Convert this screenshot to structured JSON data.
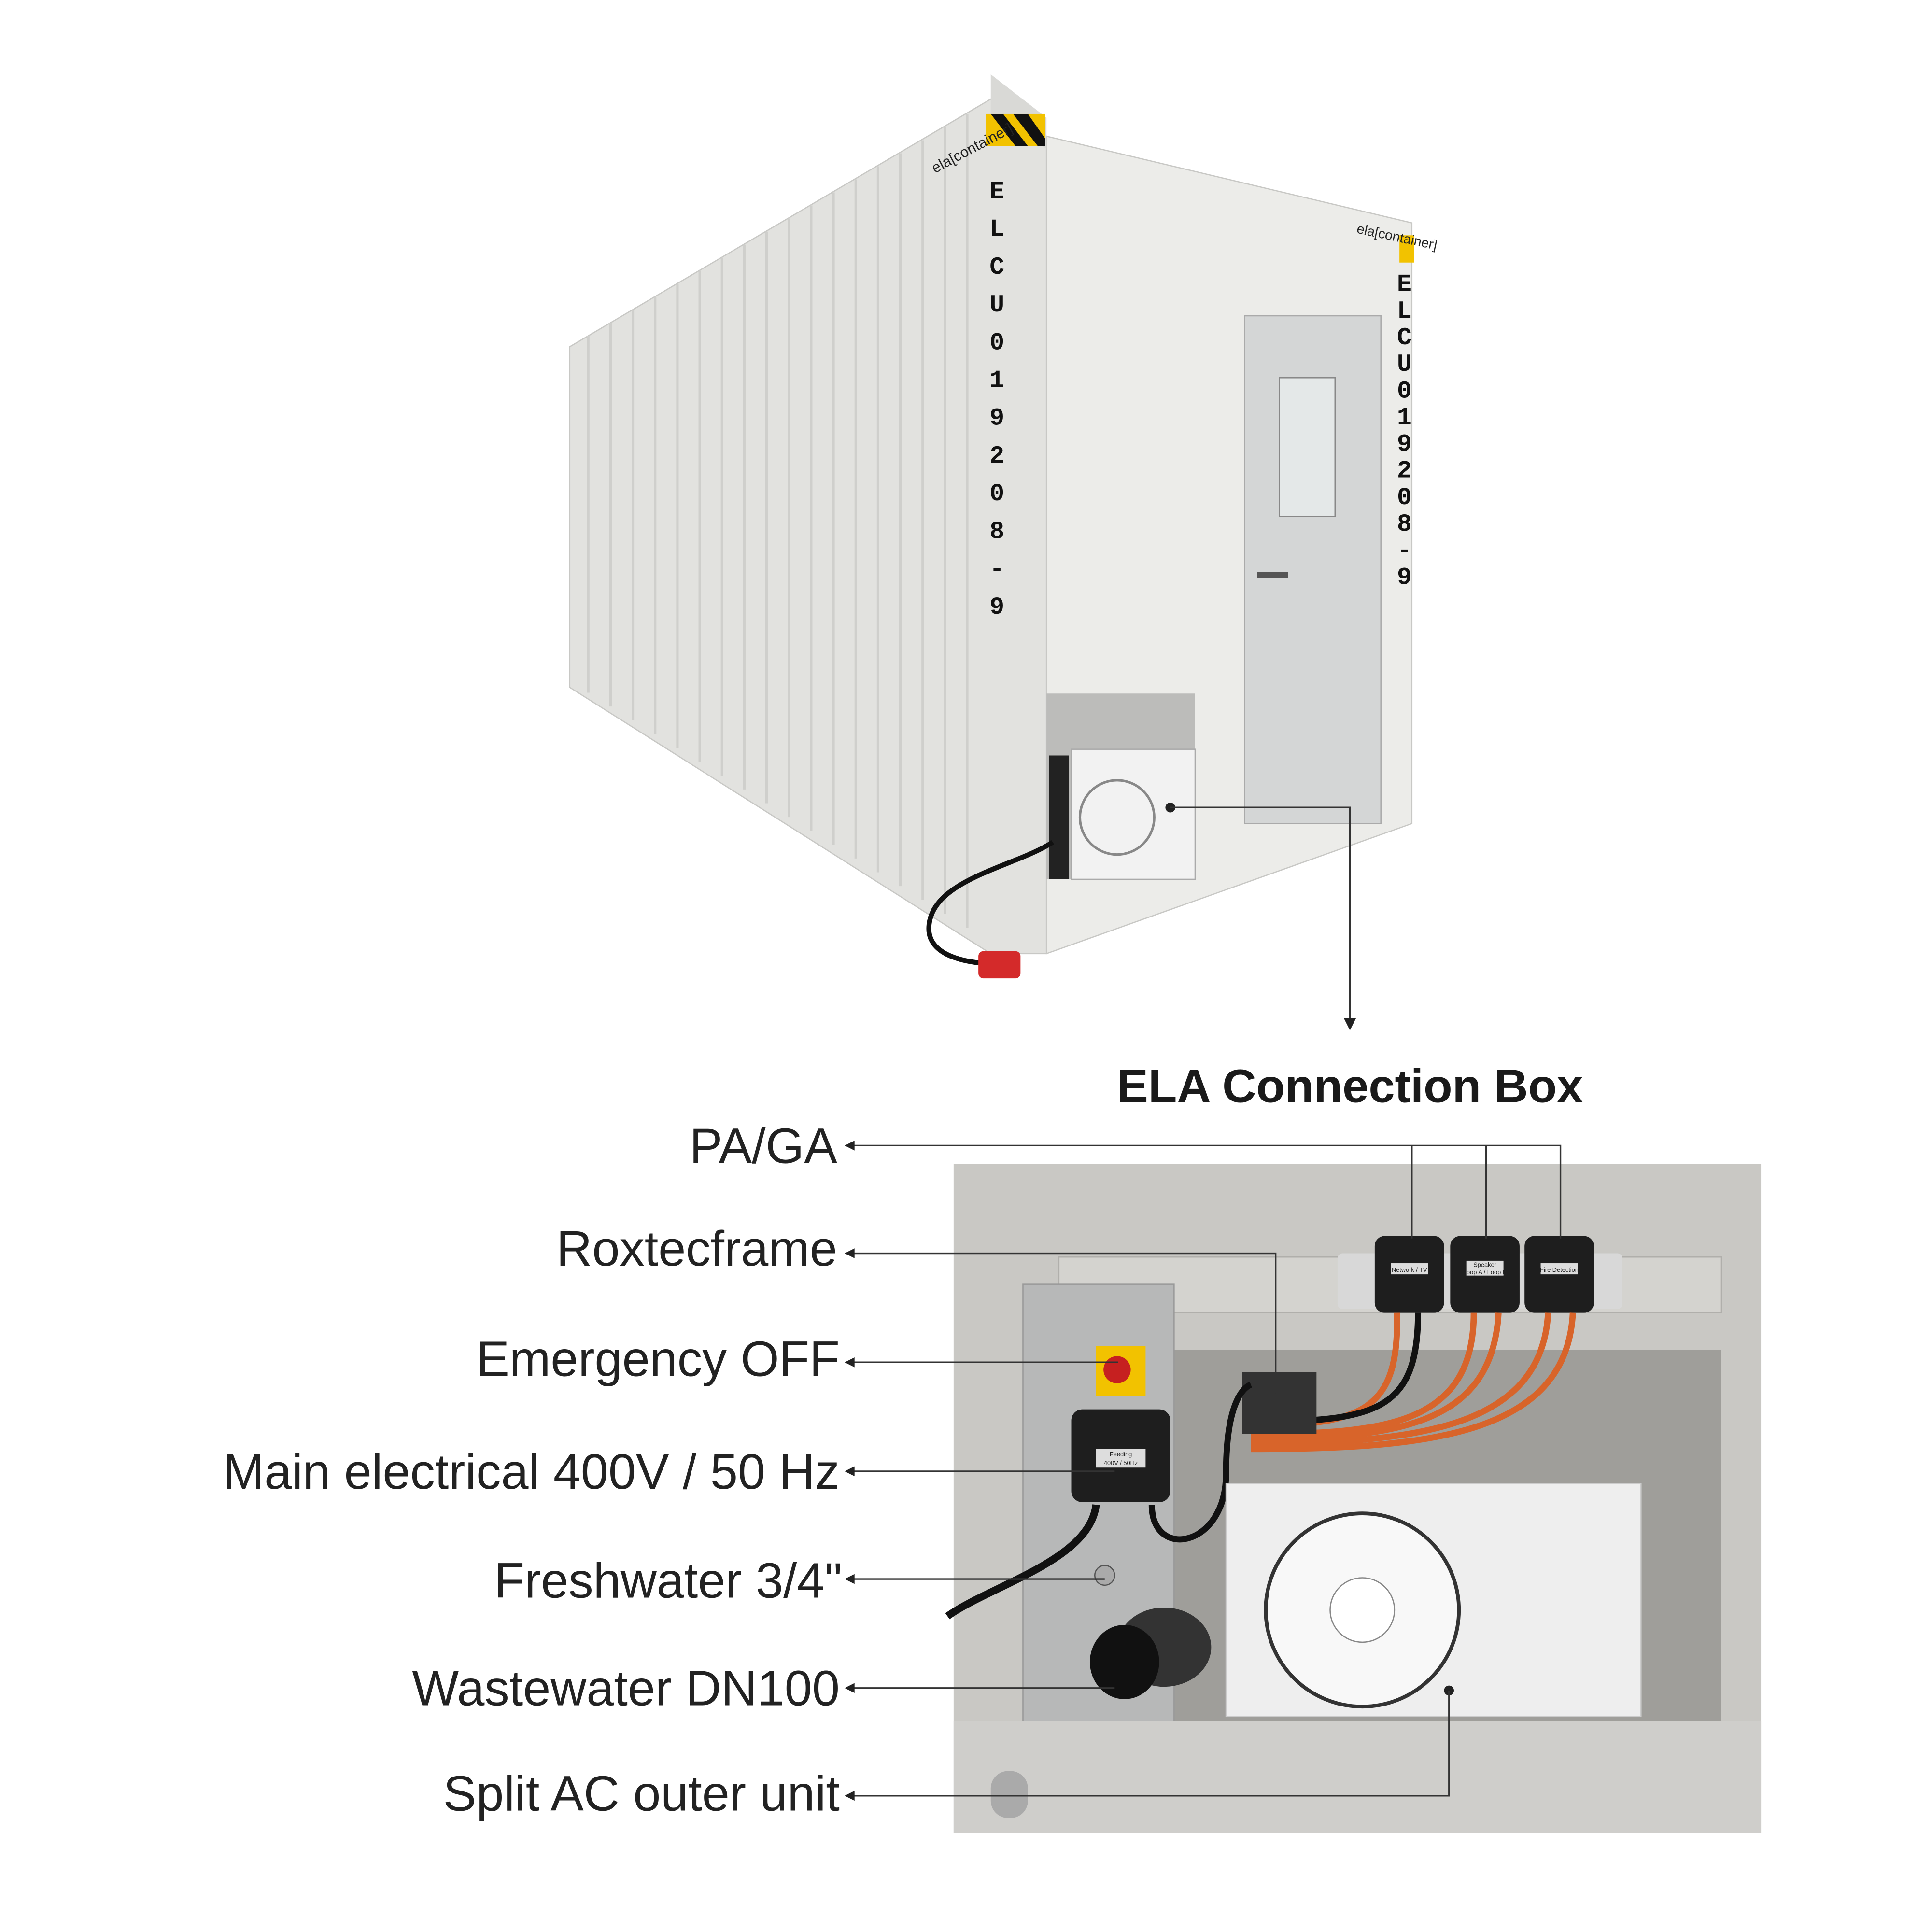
{
  "container": {
    "brand": "ela[container]",
    "id_code": [
      "E",
      "L",
      "C",
      "U",
      "0",
      "1",
      "9",
      "2",
      "0",
      "8",
      "-",
      "9"
    ]
  },
  "title": "ELA Connection Box",
  "callouts": [
    "PA/GA",
    "Roxtecframe",
    "Emergency OFF",
    "Main electrical 400V / 50 Hz",
    "Freshwater 3/4\"",
    "Wastewater DN100",
    "Split AC outer unit"
  ],
  "connector_labels": {
    "network": "Network / TV",
    "speaker_1": "Speaker",
    "speaker_2": "Loop A / Loop B",
    "fire": "Fire Detection",
    "feeding_1": "Feeding",
    "feeding_2": "400V / 50Hz"
  },
  "colors": {
    "cable_orange": "#d8642a",
    "container": "#e6e6e3",
    "hazard_yellow": "#f2c200",
    "plug_red": "#d42a2a"
  }
}
